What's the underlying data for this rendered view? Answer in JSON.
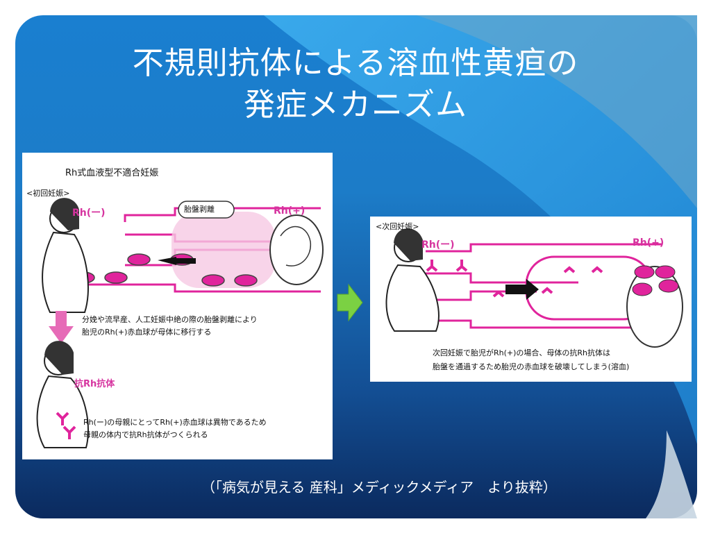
{
  "slide": {
    "title_line1": "不規則抗体による溶血性黄疸の",
    "title_line2": "発症メカニズム",
    "source": "（「病気が見える 産科」メディックメディア　より抜粋）"
  },
  "left_figure": {
    "heading": "Rh式血液型不適合妊娠",
    "section_label": "<初回妊娠>",
    "rh_negative": "Rh(ー)",
    "rh_positive": "Rh(+)",
    "placenta_label": "胎盤剥離",
    "caption1_line1": "分娩や流早産、人工妊娠中絶の際の胎盤剥離により",
    "caption1_line2": "胎児のRh(+)赤血球が母体に移行する",
    "antibody_label": "抗Rh抗体",
    "caption2_line1": "Rh(ー)の母親にとってRh(+)赤血球は異物であるため",
    "caption2_line2": "母親の体内で抗Rh抗体がつくられる"
  },
  "right_figure": {
    "section_label": "<次回妊娠>",
    "rh_negative": "Rh(ー)",
    "rh_positive": "Rh(+)",
    "caption_line1": "次回妊娠で胎児がRh(+)の場合、母体の抗Rh抗体は",
    "caption_line2": "胎盤を通過するため胎児の赤血球を破壊してしまう(溶血)"
  },
  "colors": {
    "bg_dark": "#0d2d63",
    "bg_light": "#2a9de0",
    "accent_pink": "#e0249c",
    "arrow_green": "#7bd143"
  }
}
